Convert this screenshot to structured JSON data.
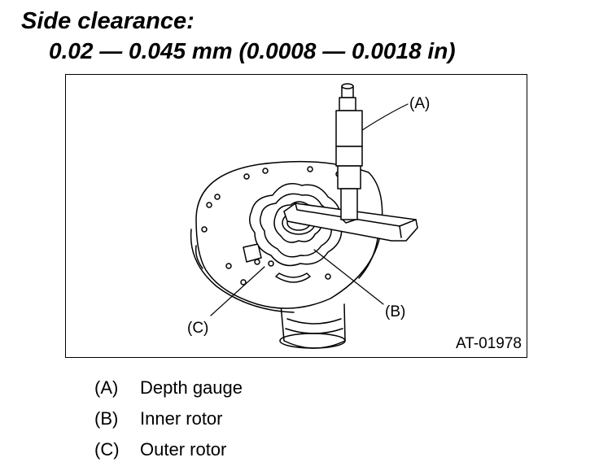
{
  "heading": {
    "title": "Side clearance:",
    "spec": "0.02 — 0.045 mm (0.0008 — 0.0018 in)"
  },
  "figure": {
    "id": "AT-01978",
    "callouts": {
      "a": "(A)",
      "b": "(B)",
      "c": "(C)"
    }
  },
  "legend": [
    {
      "key": "(A)",
      "label": "Depth gauge"
    },
    {
      "key": "(B)",
      "label": "Inner rotor"
    },
    {
      "key": "(C)",
      "label": "Outer rotor"
    }
  ]
}
